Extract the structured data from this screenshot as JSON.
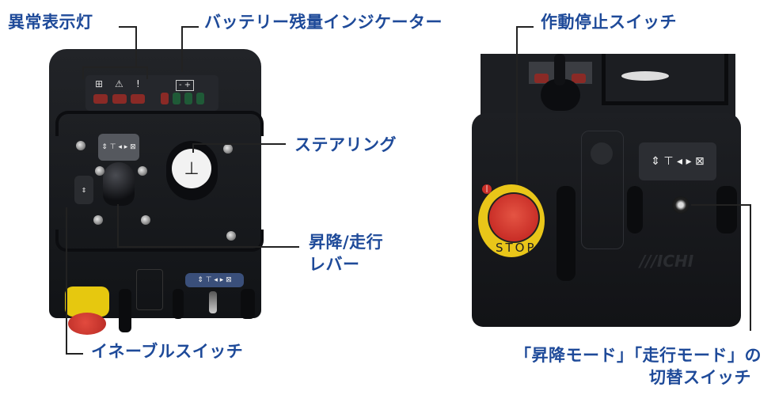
{
  "labels": {
    "fault_indicator": "異常表示灯",
    "battery_indicator": "バッテリー残量インジケーター",
    "steering": "ステアリング",
    "lift_drive_lever_line1": "昇降/走行",
    "lift_drive_lever_line2": "レバー",
    "enable_switch": "イネーブルスイッチ",
    "emergency_stop_switch": "作動停止スイッチ",
    "mode_switch_line1": "「昇降モード」「走行モード」の",
    "mode_switch_line2": "切替スイッチ"
  },
  "device_left": {
    "fault_icons": [
      "hydraulic-icon",
      "tilt-icon",
      "warning-exclamation-icon"
    ],
    "fault_icon_glyphs": [
      "⊞",
      "⚠",
      "!"
    ],
    "battery_icon": "battery-icon",
    "battery_icon_glyph": "- +",
    "led_colors": {
      "fault": "#b3302b",
      "battery_low": "#b3302b",
      "battery_ok": "#2e7d4a"
    },
    "mode_decal_glyphs": "⇕ ⊤ ◂ ▸ ⊠",
    "steering_dial_glyph": "⊥"
  },
  "device_right": {
    "stop_button_text": "STOP",
    "brand_text": "///ICHI",
    "mode_decal_glyphs": "⇕ ⊤ ◂ ▸ ⊠"
  },
  "colors": {
    "label_blue": "#1e4a99",
    "device_body": "#17191d",
    "stop_red": "#d6342f",
    "stop_yellow": "#f2d21d"
  }
}
